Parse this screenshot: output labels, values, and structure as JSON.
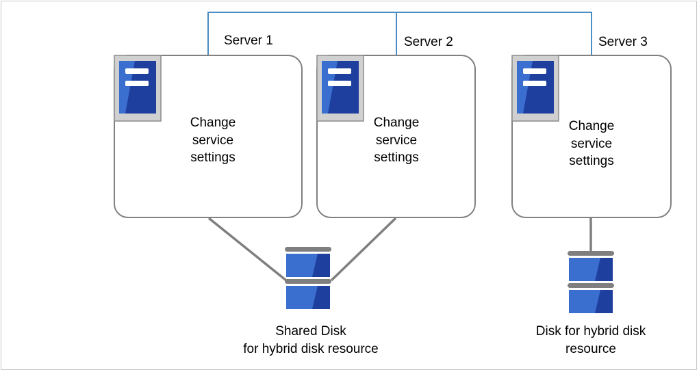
{
  "servers": [
    {
      "name": "Server 1",
      "text": [
        "Change",
        "service",
        "settings"
      ]
    },
    {
      "name": "Server 2",
      "text": [
        "Change",
        "service",
        "settings"
      ]
    },
    {
      "name": "Server 3",
      "text": [
        "Change",
        "service",
        "settings"
      ]
    }
  ],
  "disks": [
    {
      "caption": [
        "Shared Disk",
        "for hybrid disk resource"
      ]
    },
    {
      "caption": [
        "Disk for hybrid disk",
        "resource"
      ]
    }
  ],
  "colors": {
    "network": "#4a8cc4",
    "connector": "#7f7f7f",
    "box_border": "#808080",
    "icon_bg": "#d0d0d0",
    "icon_blue": "#1f3f9f",
    "icon_blue_light": "#3a6fd0",
    "disk_cap": "#7f7f7f"
  },
  "icons": [
    "server-icon",
    "disk-icon"
  ]
}
